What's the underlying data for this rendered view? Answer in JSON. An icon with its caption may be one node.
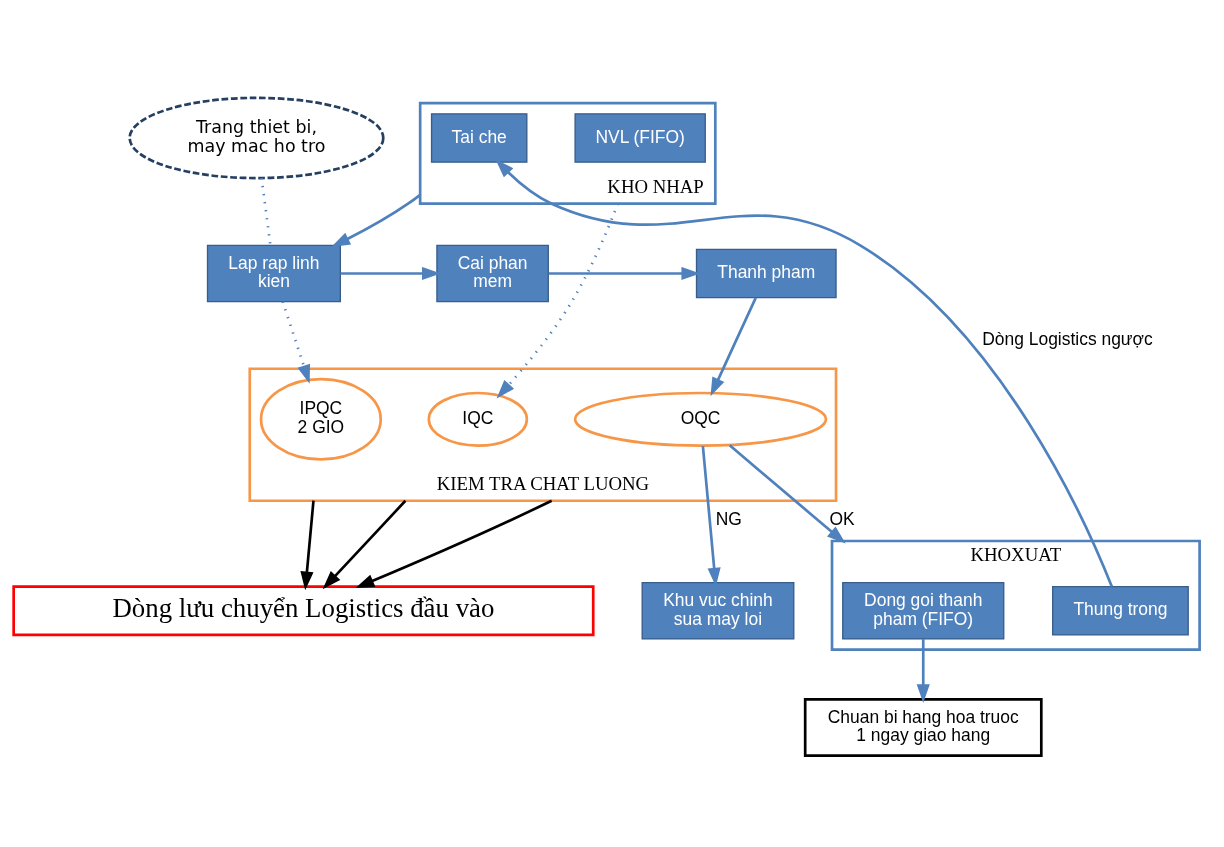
{
  "diagram": {
    "nodes": [
      {
        "text": [
          "KHO NHAP"
        ]
      },
      {
        "text": [
          "Tai che"
        ],
        "in": 0
      },
      {
        "text": [
          "NVL (FIFO)"
        ],
        "in": 0
      },
      {
        "text": [
          "Trang thiet bi, may mac ho tro"
        ]
      },
      {
        "text": [
          "Lap rap linh kien"
        ]
      },
      {
        "text": [
          "Cai phan mem"
        ]
      },
      {
        "text": [
          "Thanh pham"
        ]
      },
      {
        "text": [
          "Khu vuc chinh sua may loi"
        ]
      },
      {
        "text": [
          "KIEM TRA CHAT LUONG"
        ]
      },
      {
        "text": [
          "IQC"
        ],
        "in": 8
      },
      {
        "text": [
          "IPQC",
          "2 GIO"
        ],
        "in": 8
      },
      {
        "text": [
          "OQC"
        ],
        "in": 8
      },
      {
        "text": [
          "KHOXUAT"
        ]
      },
      {
        "text": [
          "Dong goi thanh pham (FIFO)"
        ],
        "in": 12
      },
      {
        "text": [
          "Thung trong"
        ],
        "in": 12
      },
      {
        "text": [
          "Chuan bi hang hoa truoc 1 ngay giao hang"
        ]
      },
      {
        "text": [
          "Dòng lưu chuyển Logistics đầu vào"
        ]
      }
    ],
    "edges": [
      {
        "from": 14,
        "to": 1,
        "arrow": "to",
        "label": "Dòng Logistics ngược"
      },
      {
        "from": 3,
        "to": 4,
        "arrow": "none",
        "style": "dashed"
      },
      {
        "from": 0,
        "to": 4,
        "arrow": "to"
      },
      {
        "from": 4,
        "to": 5,
        "arrow": "to"
      },
      {
        "from": 5,
        "to": 6,
        "arrow": "to"
      },
      {
        "from": 0,
        "to": 9,
        "arrow": "to",
        "style": "dashed"
      },
      {
        "from": 4,
        "to": 10,
        "arrow": "to",
        "style": "dashed"
      },
      {
        "from": 6,
        "to": 11,
        "arrow": "to"
      },
      {
        "from": 11,
        "to": 7,
        "arrow": "to",
        "label": "NG"
      },
      {
        "from": 11,
        "to": 12,
        "arrow": "to",
        "label": "OK"
      },
      {
        "from": 13,
        "to": 15,
        "arrow": "to"
      },
      {
        "from": 8,
        "to": 16,
        "arrow": "to",
        "color": "#000000"
      },
      {
        "from": 8,
        "to": 16,
        "arrow": "to",
        "color": "#000000"
      },
      {
        "from": 8,
        "to": 16,
        "arrow": "to",
        "color": "#000000"
      }
    ]
  }
}
